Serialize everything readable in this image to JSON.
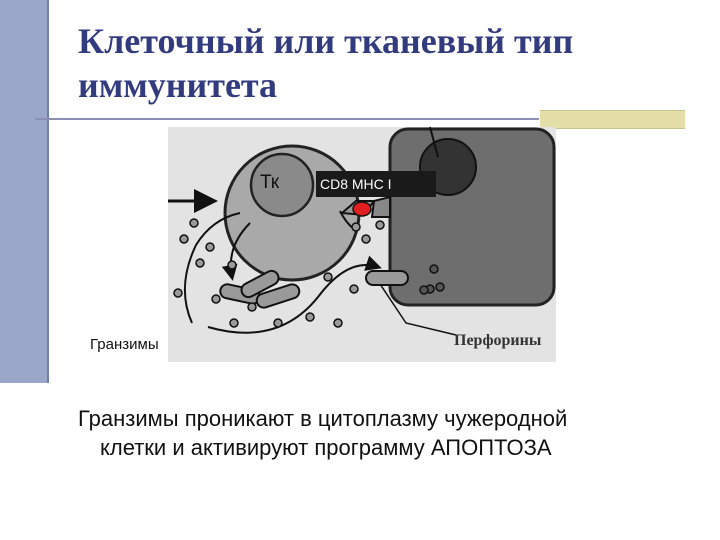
{
  "slide": {
    "title_line1": "Клеточный или тканевый тип",
    "title_line2": "иммунитета",
    "caption_line1": "Гранзимы проникают в цитоплазму чужеродной",
    "caption_line2": "клетки и активируют программу АПОПТОЗА"
  },
  "diagram": {
    "tk_label": "Тк",
    "receptor_label": "CD8   MHC I",
    "granzymes_label": "Гранзимы",
    "perforins_label": "Перфорины"
  },
  "colors": {
    "sidebar": "#9aa7c9",
    "title": "#333b7f",
    "accent": "#e4dfa8",
    "figure_bg": "#e3e3e3",
    "target_cell": "#6e6e6e",
    "receptor_dot": "#e02020"
  }
}
